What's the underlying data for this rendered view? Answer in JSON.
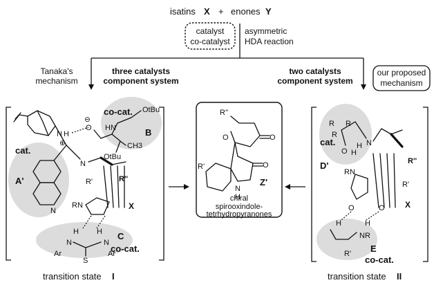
{
  "header": {
    "reactant_x": "isatins",
    "reactant_x_sym": "X",
    "plus": "+",
    "reactant_y": "enones",
    "reactant_y_sym": "Y",
    "catalyst_box_line1": "catalyst",
    "catalyst_box_line2": "co-catalyst",
    "reaction_line1": "asymmetric",
    "reaction_line2": "HDA reaction"
  },
  "left_branch": {
    "mechanism_line1": "Tanaka's",
    "mechanism_line2": "mechanism",
    "system_line1": "three catalysts",
    "system_line2": "component system"
  },
  "right_branch": {
    "system_line1": "two  catalysts",
    "system_line2": "component system",
    "proposed_line1": "our proposed",
    "proposed_line2": "mechanism"
  },
  "ts1": {
    "caption": "transition state",
    "caption_num": "I",
    "cat_label": "cat.",
    "cat_id": "A'",
    "cocat_top": "co-cat.",
    "cocat_top_id": "B",
    "cocat_bottom": "co-cat.",
    "cocat_bottom_id": "C",
    "otbu1": "OtBu",
    "otbu2": "OtBu",
    "ch3": "CH3",
    "hn": "HN",
    "o_minus": "O",
    "charge_minus": "⊖",
    "nh_plus": "N",
    "h_label": "H",
    "charge_plus": "⊕",
    "n_label": "N",
    "x_label": "X",
    "r_prime": "R'",
    "r_double": "R''",
    "rn": "RN",
    "ar1": "Ar",
    "ar2": "Ar",
    "s_label": "S",
    "h_a": "H",
    "h_b": "H",
    "n_a": "N",
    "n_b": "N",
    "quinoline_n": "N"
  },
  "product": {
    "r_double": "R''",
    "r_prime": "R'",
    "o_ring": "O",
    "o_ketone": "O",
    "o_lactam": "O",
    "n_label": "N",
    "h_label": "H",
    "id": "Z'",
    "desc_line1": "chiral",
    "desc_line2": "spirooxindole-",
    "desc_line3": "tetrhydropyranones"
  },
  "ts2": {
    "caption": "transition state",
    "caption_num": "II",
    "cat_label": "cat.",
    "cat_id": "D'",
    "cocat": "co-cat.",
    "cocat_id": "E",
    "r1": "R",
    "r2": "R",
    "r3": "R",
    "n_label": "N",
    "h_label": "H",
    "o_label": "O",
    "h_o": "H",
    "rn": "RN",
    "r_double": "R''",
    "r_prime": "R'",
    "x_label": "X",
    "o_a": "O",
    "o_b": "O",
    "h_c": "H",
    "h_d": "H",
    "nr": "NR",
    "r_prime2": "R'"
  }
}
